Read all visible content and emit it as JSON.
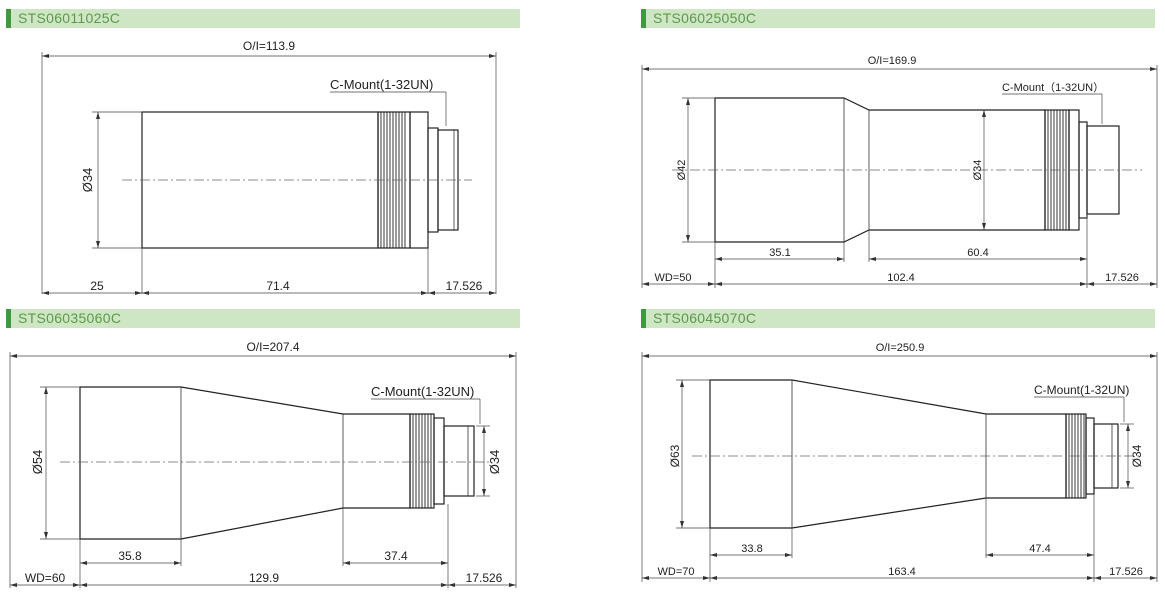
{
  "panels": [
    {
      "id": "STS06011025C",
      "title": "STS06011025C",
      "overall": "O/I=113.9",
      "mount": "C-Mount(1-32UN)",
      "dia_main": "Ø34",
      "wd": "25",
      "body_len": "71.4",
      "flange": "17.526"
    },
    {
      "id": "STS06025050C",
      "title": "STS06025050C",
      "overall": "O/I=169.9",
      "mount": "C-Mount（1-32UN）",
      "dia_front": "Ø42",
      "dia_rear": "Ø34",
      "front_len": "35.1",
      "rear_len": "60.4",
      "wd": "WD=50",
      "body_len": "102.4",
      "flange": "17.526"
    },
    {
      "id": "STS06035060C",
      "title": "STS06035060C",
      "overall": "O/I=207.4",
      "mount": "C-Mount(1-32UN)",
      "dia_front": "Ø54",
      "dia_rear": "Ø34",
      "front_len": "35.8",
      "rear_len": "37.4",
      "wd": "WD=60",
      "body_len": "129.9",
      "flange": "17.526"
    },
    {
      "id": "STS06045070C",
      "title": "STS06045070C",
      "overall": "O/I=250.9",
      "mount": "C-Mount(1-32UN)",
      "dia_front": "Ø63",
      "dia_rear": "Ø34",
      "front_len": "33.8",
      "rear_len": "47.4",
      "wd": "WD=70",
      "body_len": "163.4",
      "flange": "17.526"
    }
  ]
}
